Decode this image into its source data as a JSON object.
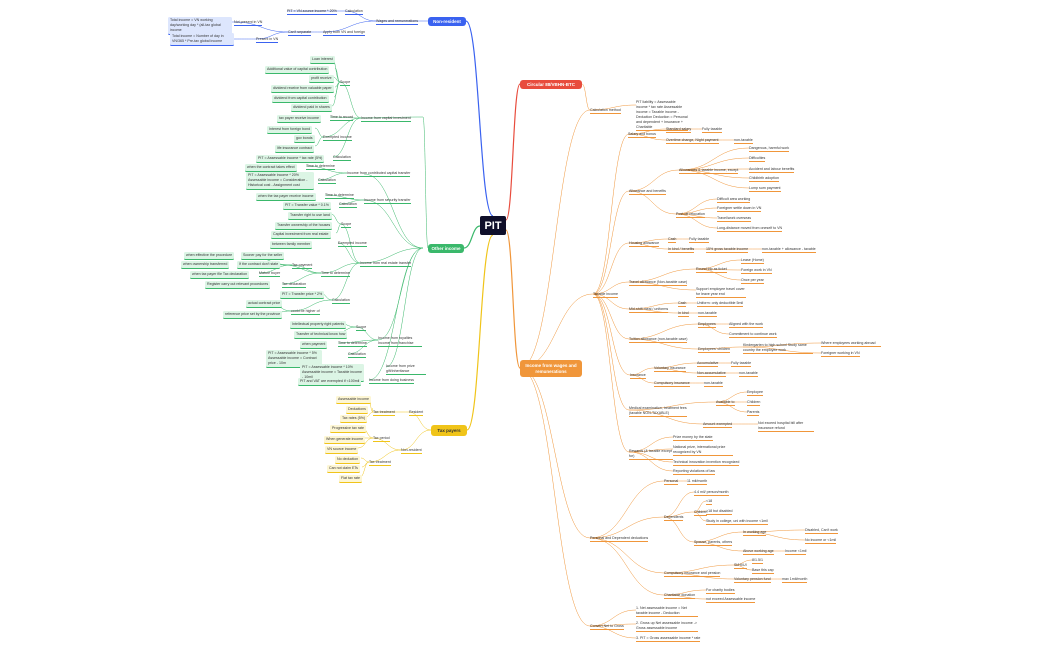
{
  "root": {
    "label": "PIT"
  },
  "colors": {
    "blue": "#3a62f0",
    "green": "#3ab86b",
    "yellow": "#f0c419",
    "red": "#e84c3d",
    "orange": "#f0963a"
  },
  "hubs": {
    "non_resident": "Non-resident",
    "other_income": "Other income",
    "tax_payers": "Tax payers",
    "circular": "Circular 88/VBHN-BTC",
    "wages": "Income from wages and remunerations"
  },
  "blue_nodes": [
    "PIT = VN-source income * 20%",
    "Calculation",
    "Wages and remunerations",
    "Total income = VN working day/working day * (all-tax global income",
    "Not present in VN",
    "Can't separate",
    "Apply both VN and foreign",
    "Total income = Number of day in VN/365 * Pre-tax global income",
    "Present in VN"
  ],
  "green_nodes": [
    "Loan interest",
    "Additional value of capital contribution",
    "profit receive",
    "dividend receive from valuable paper",
    "dividend from capital contribution",
    "dividend paid in shares",
    "Scope",
    "Income from capital investment",
    "tax payer receive income",
    "Time to record",
    "Interest from foreign bond",
    "gov bonds",
    "Exempted income",
    "life insurance contract",
    "PIT = Assessable income * tax rate (5%)",
    "Calculation",
    "when the contract takes effect",
    "Time to determine",
    "Income from contributed capital transfer",
    "PIT = Assessable income * 20%  Assessable income = Consideration - Historical cost - Assignment cost",
    "Calculation",
    "when the tax payer receive income",
    "Time to determine",
    "Income from security transfer",
    "PIT = Transfer value * 0.1%",
    "Calculation",
    "Transfer right to use land",
    "Transfer ownership of the houses",
    "Capital investment from real estate",
    "Scope",
    "between family member",
    "Exempted income",
    "when effective the procedure",
    "Sooner pay for the seller",
    "when ownership transferred",
    "If the contract don't state",
    "Tax payment",
    "when tax payer file Tax declaration",
    "Mature buyer",
    "Time to determine",
    "Register carry out relevant procedures",
    "Tax declaration",
    "Income from real estate transfer",
    "PIT = Transfer price * 2%",
    "Calculation",
    "actual contract price",
    "could be higher of",
    "reference price set by the province",
    "Intellectual property right patents",
    "Transfer of technical know how",
    "Scope",
    "when payment",
    "Time to determine",
    "Income from royalties Income from franchise",
    "PIT = Assessable income * 5%  Assessable income = Contract price - 10m",
    "Calculation",
    "PIT = Assessable income * 10%  Assessable income = Taxable income - 10mil",
    "Income from prize gift/inheritance",
    "PIT and VAT are exempted if <100mil",
    "Income from doing business"
  ],
  "yellow_nodes": [
    "Assessable income",
    "Deductions",
    "Tax rates (5%)",
    "Tax treatment",
    "Resident",
    "Progressive tax rate",
    "When generate income",
    "VN source income",
    "Tax period",
    "Non-resident",
    "No deduction",
    "Can not claim ETs",
    "Tax treatment",
    "Flat tax rate"
  ],
  "orange_nodes": [
    "Calculation method",
    "PIT liability = Assessable income * tax rate  Assessable income = Taxable income - Deduction  Deduction = Personal and dependent + Insurance + Charitable",
    "Salary and bonus",
    "Standard salary",
    "Fully taxable",
    "Overtime change, Night payment",
    "non-taxable",
    "Allowances & taxable income, except",
    "Dangerous, harmful work",
    "Difficulties",
    "Accident and labour benefits",
    "Childbirth adoption",
    "Lump sum payment",
    "Allowance and benefits",
    "Difficult area working",
    "Foreigner settle down in VN",
    "Travel/work overseas",
    "Long-distance moved from oneself to VN",
    "Post-off relocation",
    "Housing allowance",
    "Cash",
    "Fully taxable",
    "In kind / benefits",
    "15% gross taxable income",
    "non-taxable + allowance - taxable",
    "Taxable income",
    "Travel allowance (Non-taxable case)",
    "Round trip as ticket",
    "Lease (Home)",
    "Foreign work in VN",
    "Once per year",
    "Support employee travel cover for leave year end",
    "Mid-shift meal / uniforms",
    "Cash",
    "Uniform: only deductible 5mil",
    "In kind",
    "non-taxable",
    "Tuition allowance (non-taxable case)",
    "Employees",
    "Aligned with the work",
    "Commitment to continue work",
    "Employees' children",
    "Kindergarten to high school  Study same country the employee work",
    "Where employees working abroad",
    "Foreigner working in VN",
    "Insurance",
    "Voluntary insurance",
    "Accumulative",
    "Fully taxable",
    "Non-accumulative",
    "non-taxable",
    "Compulsory insurance",
    "non-taxable",
    "Medical examination, treatment fees (taxable NON-TAXABLE)",
    "Available to",
    "Employee",
    "Children",
    "Parents",
    "Amount exempted",
    "Not exceed hospital bill after insurance refund",
    "Rewards (& taxable except for)",
    "Prize money by the state",
    "National prize, international prize recognized by VN",
    "Technical innovation invention recognized",
    "Reporting violations of law",
    "Personal and Dependent deductions",
    "Personal",
    "11 mil/month",
    "Dependents",
    "4.4 mil/ person/month",
    "Children",
    "<18",
    ">18 but disabled",
    "Study in college, uni with income <1mil",
    "Spouse, parents, others",
    "In working age",
    "Disabled, Can't work",
    "No income or <1mil",
    "Above working age",
    "Income <1mil",
    "Compulsory insurance and pension",
    "SI/HI/UI",
    "8/1.5/1",
    "Base this cap",
    "Voluntary pension fund",
    "max 1mil/month",
    "Charitable donation",
    "For charity bodies",
    "not exceed Assessable income",
    "Convert Net to Gross",
    "1. Net assessable income = Net taxable income - Deduction",
    "2. Gross up Net assessable income -> Gross assessable income",
    "3. PIT = Gross assessable income * rate"
  ]
}
